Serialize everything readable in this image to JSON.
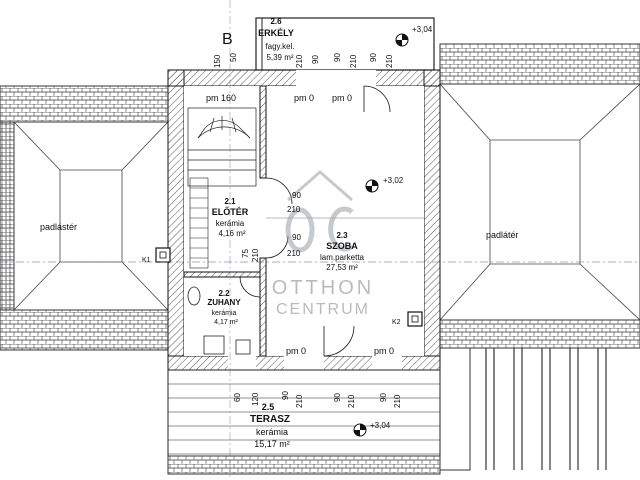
{
  "colors": {
    "wall": "#111111",
    "hatch": "#555555",
    "roof": "#444444",
    "watermark": "#9aa0a6",
    "axis": "#3a6fb0",
    "ink": "#111111"
  },
  "section_letter": "B",
  "rooms": {
    "balcony": {
      "num": "2.6",
      "name": "ERKÉLY",
      "floor": "fagy.kel.",
      "area": "5,39 m²"
    },
    "hall": {
      "num": "2.1",
      "name": "ELŐTÉR",
      "floor": "kerámia",
      "area": "4,16 m²"
    },
    "bedroom": {
      "num": "2.3",
      "name": "SZOBA",
      "floor": "lam.parketta",
      "area": "27,53 m²"
    },
    "shower": {
      "num": "2.2",
      "name": "ZUHANY",
      "floor": "kerámia",
      "area": "4,17 m²"
    },
    "terrace": {
      "num": "2.5",
      "name": "TERASZ",
      "floor": "kerámia",
      "area": "15,17 m²"
    }
  },
  "attic_left": "padlástér",
  "attic_right": "padlátér",
  "levels": {
    "balcony": "+3,04",
    "room": "+3,02",
    "terrace": "+3,04"
  },
  "labels": {
    "pm160": "pm 160",
    "pm0_top_a": "pm 0",
    "pm0_top_b": "pm 0",
    "pm0_bot_a": "pm 0",
    "pm0_bot_b": "pm 0",
    "k1": "K1",
    "k2": "K2"
  },
  "dims": {
    "top": [
      "150",
      "50",
      "90",
      "210",
      "90",
      "210",
      "90",
      "210"
    ],
    "mid": [
      "90",
      "210",
      "90",
      "210",
      "75",
      "210"
    ],
    "bottom": [
      "60",
      "120",
      "90",
      "210",
      "90",
      "210",
      "90",
      "210"
    ]
  },
  "watermark": {
    "line1": "OTTHON",
    "line2": "CENTRUM"
  }
}
